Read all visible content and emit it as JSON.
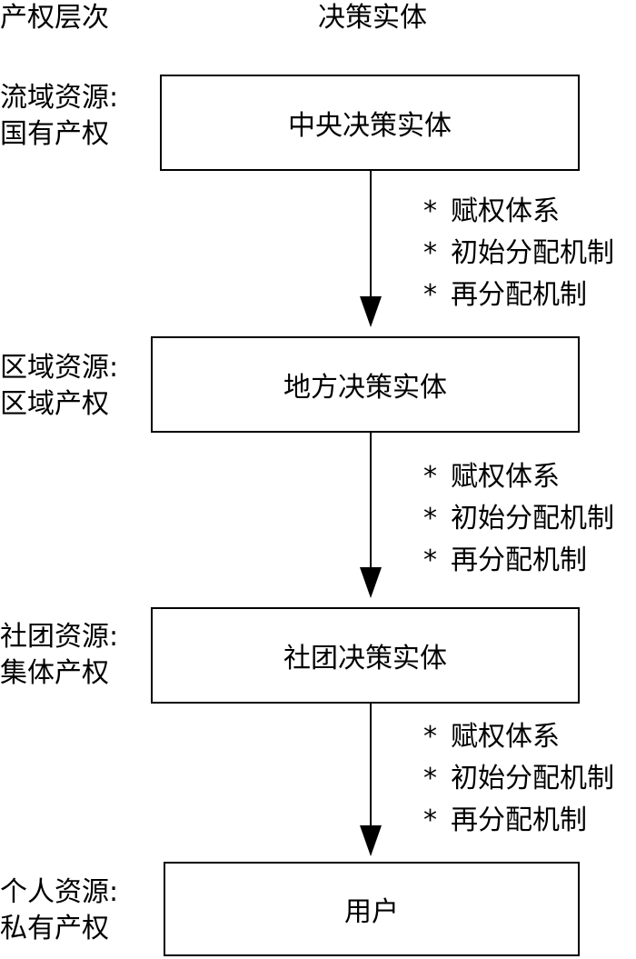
{
  "headers": {
    "level": "产权层次",
    "entity": "决策实体"
  },
  "levels": [
    {
      "resource": "流域资源:",
      "right": "国有产权",
      "entity": "中央决策实体"
    },
    {
      "resource": "区域资源:",
      "right": "区域产权",
      "entity": "地方决策实体"
    },
    {
      "resource": "社团资源:",
      "right": "集体产权",
      "entity": "社团决策实体"
    },
    {
      "resource": "个人资源:",
      "right": "私有产权",
      "entity": "用户"
    }
  ],
  "mechanisms": [
    {
      "bullet": "*",
      "items": [
        "赋权体系",
        "初始分配机制",
        "再分配机制"
      ]
    },
    {
      "bullet": "*",
      "items": [
        "赋权体系",
        "初始分配机制",
        "再分配机制"
      ]
    },
    {
      "bullet": "*",
      "items": [
        "赋权体系",
        "初始分配机制",
        "再分配机制"
      ]
    }
  ]
}
